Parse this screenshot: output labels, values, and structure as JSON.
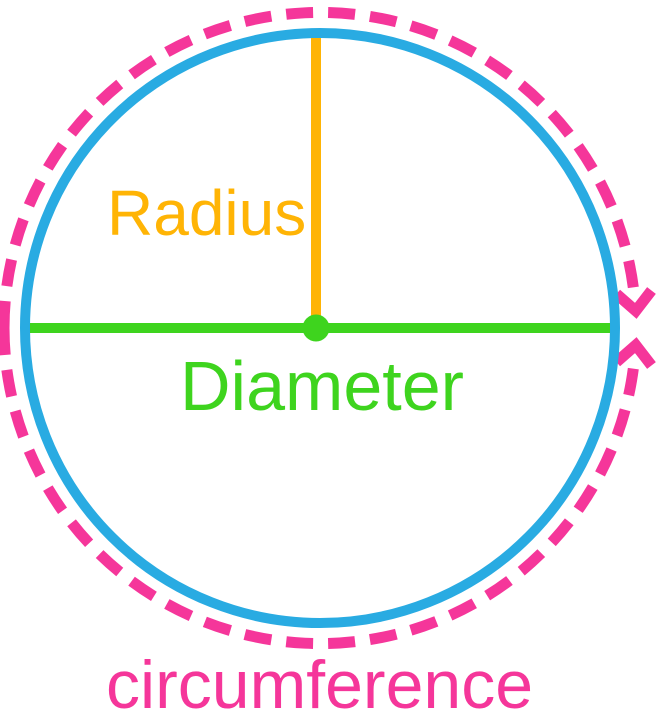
{
  "page": {
    "background": "#FFFFFF",
    "description": "Diagram of a circle with its radius, diameter and circumference labelled"
  },
  "labels": {
    "radius": "Radius",
    "diameter": "Diameter",
    "circumference": "circumference"
  },
  "colors": {
    "circle_outline": "#29ABE2",
    "radius": "#FFB405",
    "diameter": "#3ED41E",
    "circumference": "#F5369A"
  },
  "icons": {
    "arrowhead": "chevron arrowheads at the 3 o'clock gap pointing toward each other, indicating travel around the circumference"
  }
}
